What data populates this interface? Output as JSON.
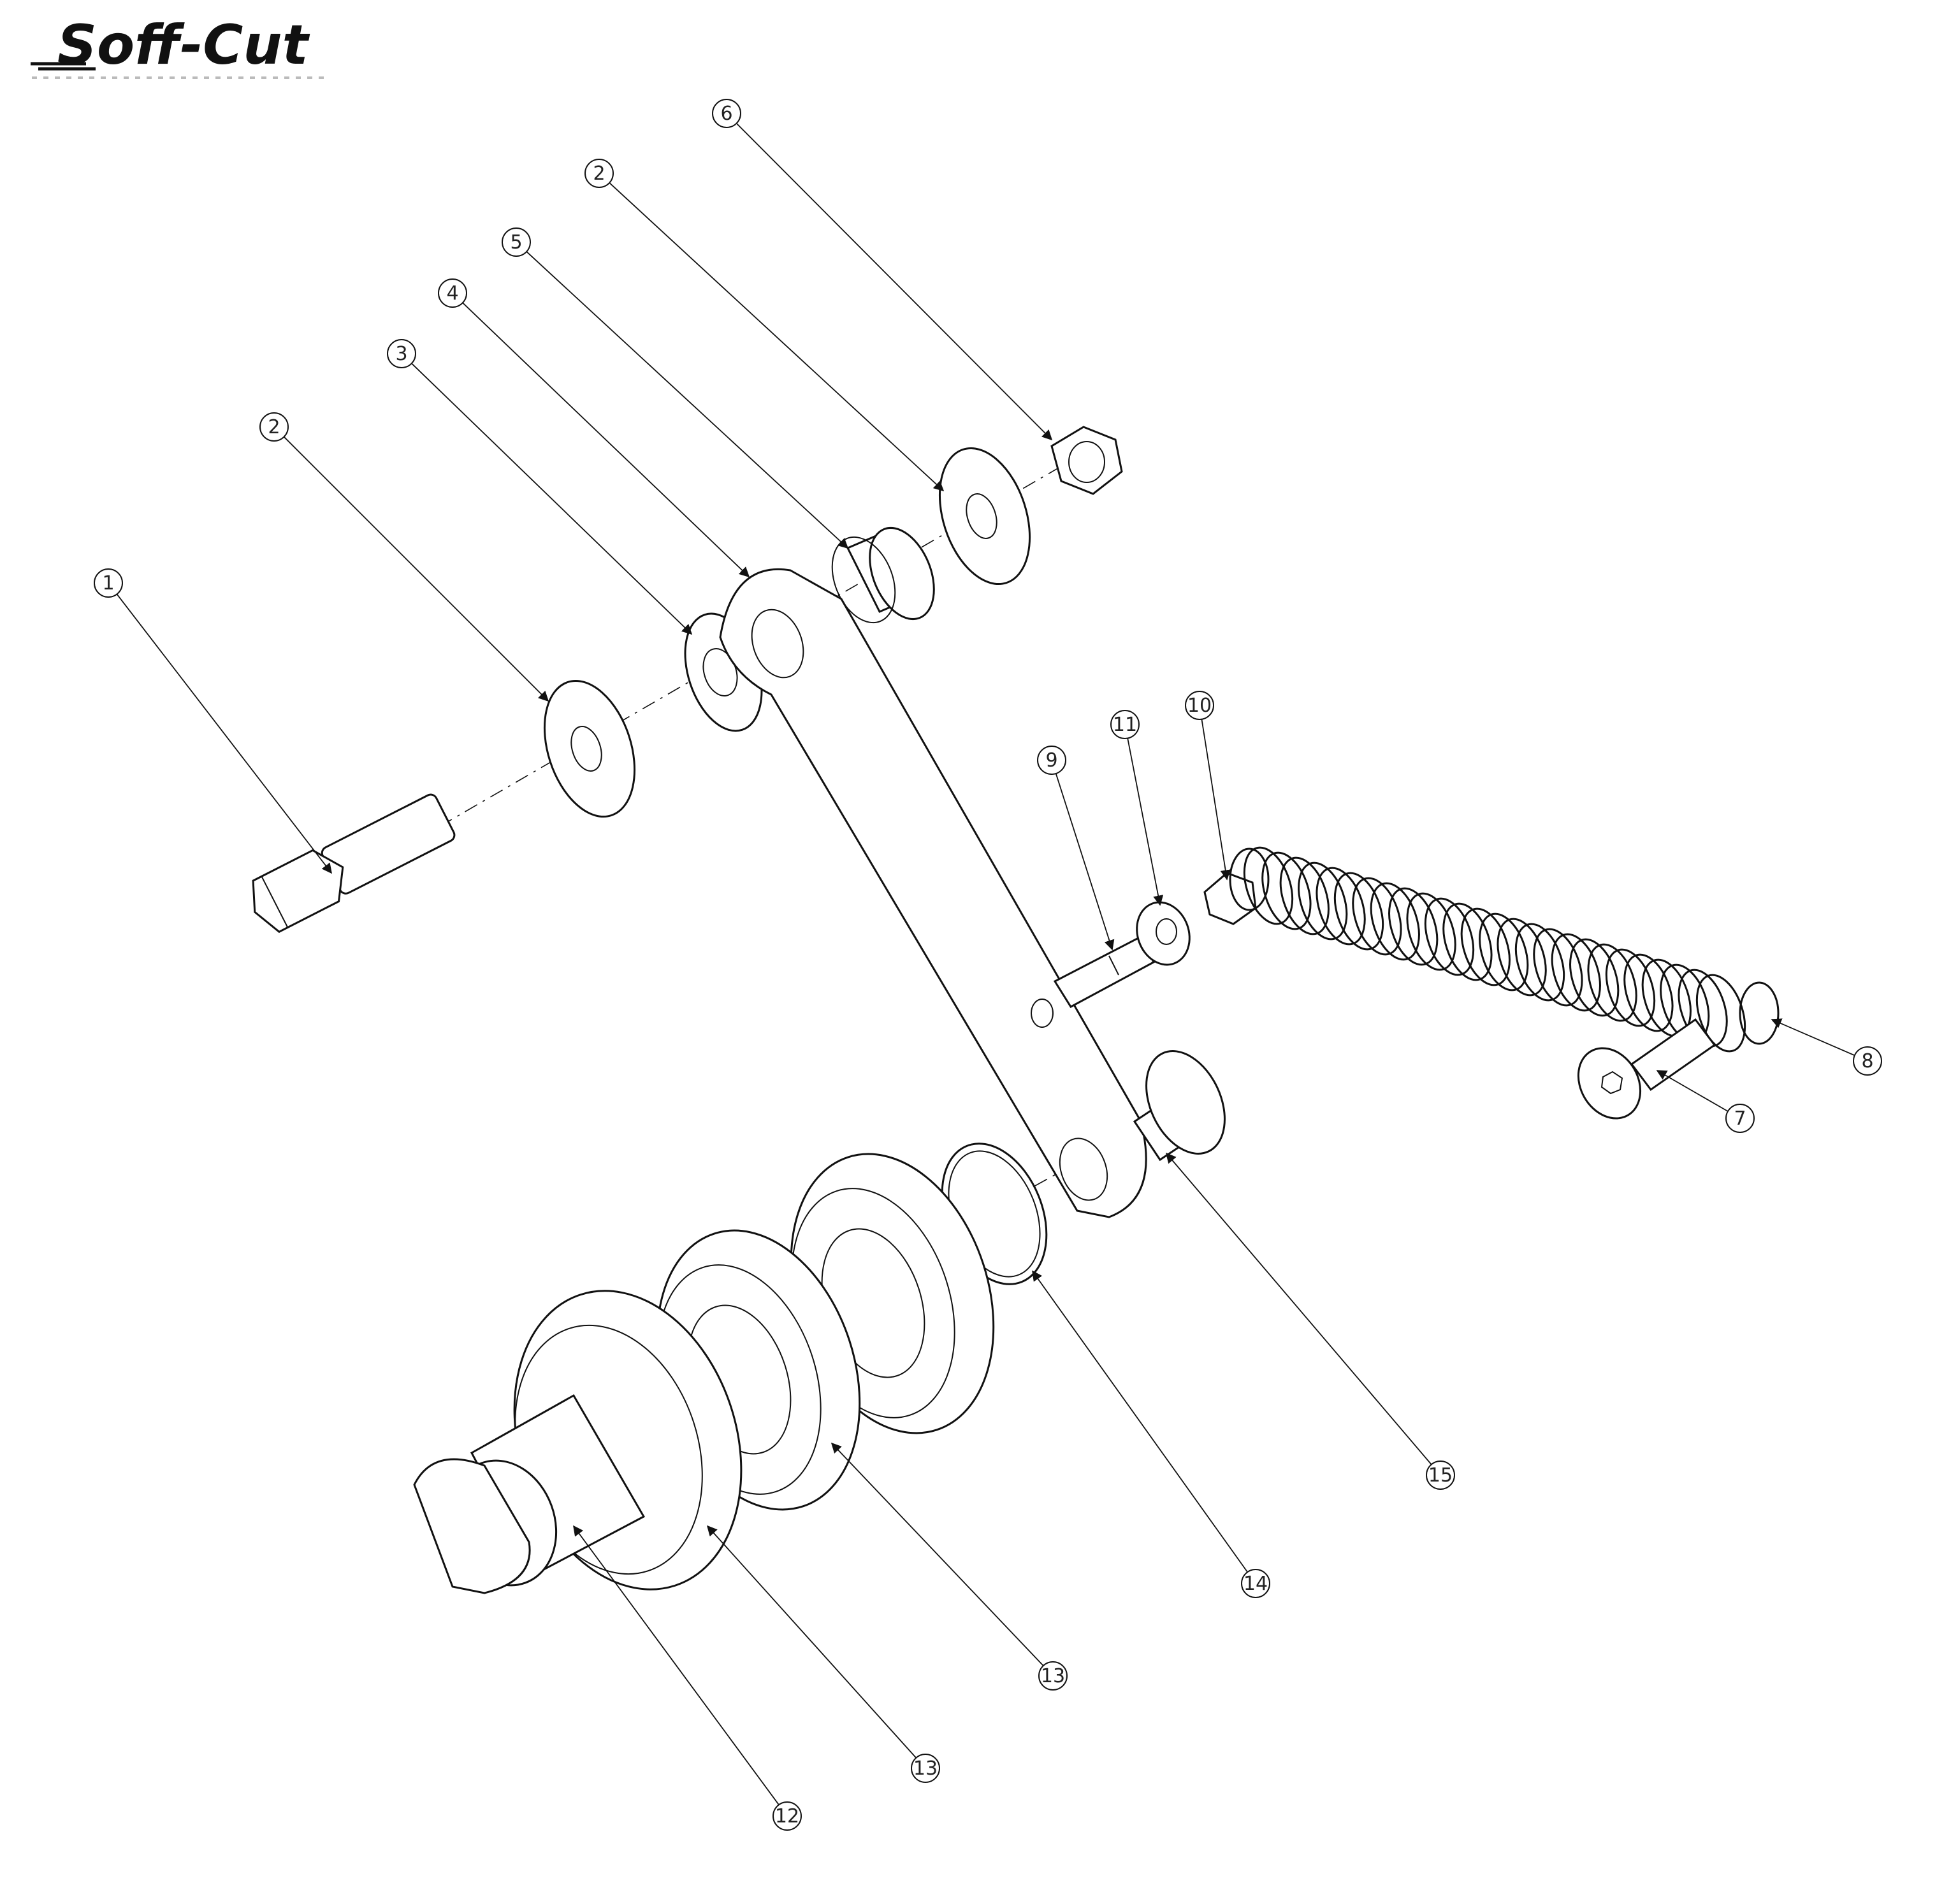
{
  "brand": {
    "name": "Soff-Cut"
  },
  "callouts": [
    "1",
    "2",
    "3",
    "4",
    "5",
    "6",
    "2",
    "7",
    "8",
    "9",
    "10",
    "11",
    "12",
    "13",
    "13",
    "14",
    "15"
  ]
}
